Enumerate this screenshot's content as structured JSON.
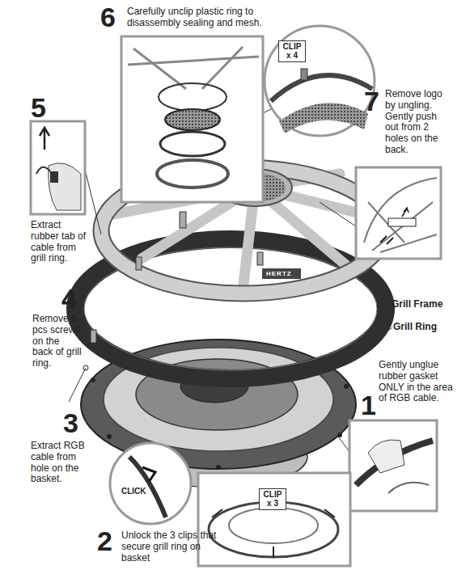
{
  "diagram": {
    "nodes": [
      {
        "text": [
          "CLIP x 4"
        ]
      },
      {
        "text": [
          "CLIP x 3"
        ]
      }
    ],
    "labels": [
      "6",
      "Carefully unclip plastic ring to disassembly sealing and mesh.",
      "7",
      "Remove logo by ungling. Gently push out from 2 holes on the back.",
      "5",
      "Extract rubber tab of cable from grill ring.",
      "4",
      "Remove 6 pcs screws on the back of grill ring.",
      "Grill Frame",
      "Grill Ring",
      "1",
      "Gently unglue rubber gasket ONLY in the area of RGB cable.",
      "3",
      "Extract RGB cable from hole on the basket.",
      "CLICK",
      "2",
      "Unlock the 3 clips that secure grill ring on basket",
      "HERTZ"
    ]
  }
}
